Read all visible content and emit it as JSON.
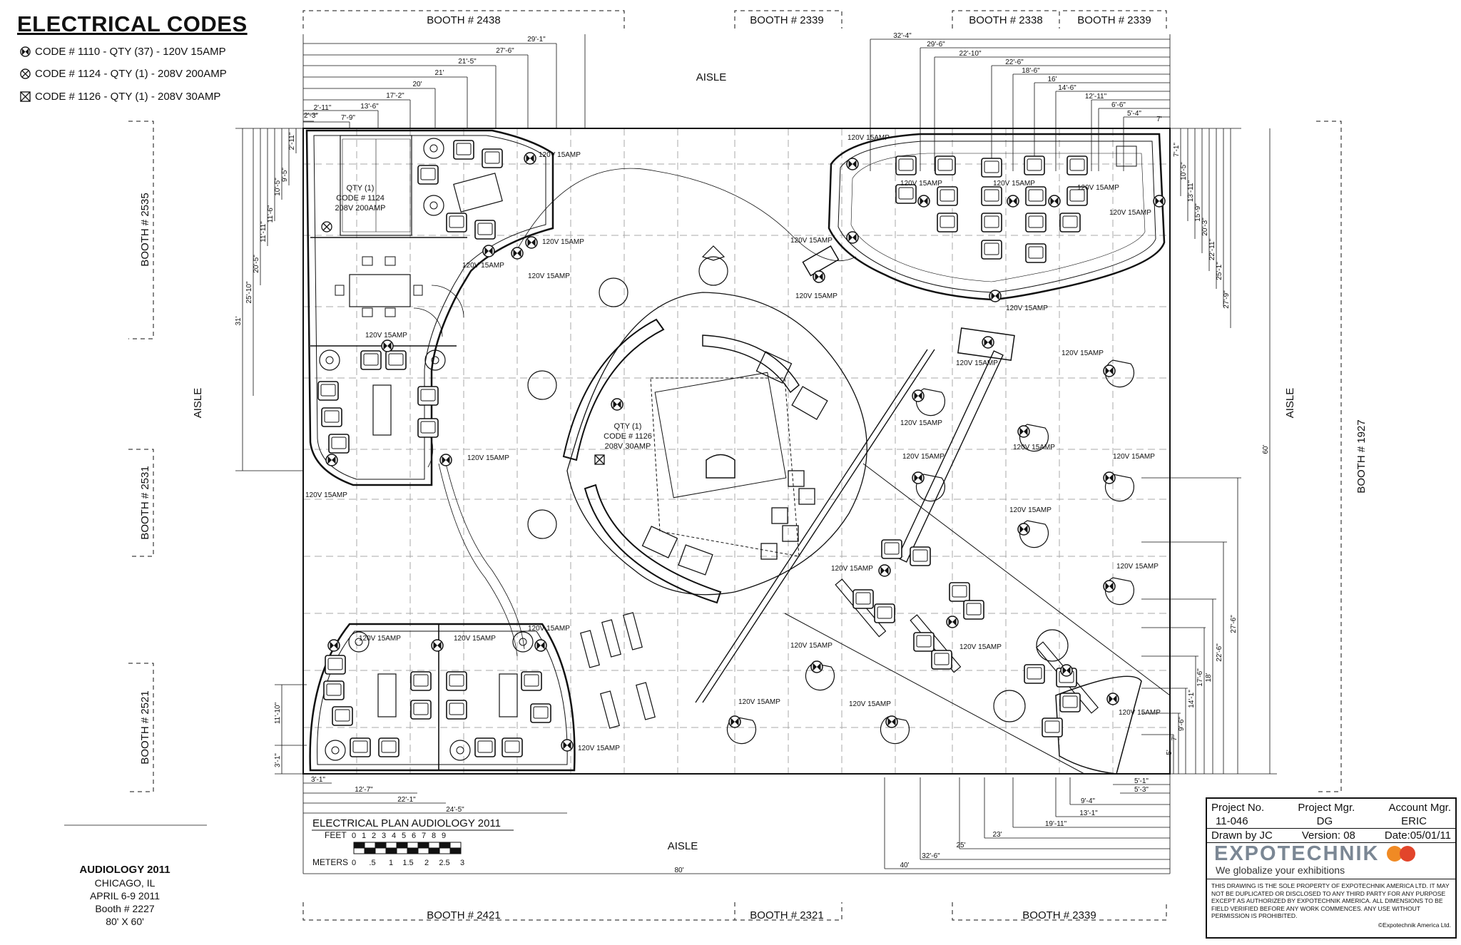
{
  "legend": {
    "title": "ELECTRICAL CODES",
    "items": [
      {
        "symbol": "outlet-15a",
        "text": "CODE # 1110 - QTY (37) - 120V 15AMP"
      },
      {
        "symbol": "outlet-200a",
        "text": "CODE # 1124 - QTY (1) - 208V 200AMP"
      },
      {
        "symbol": "outlet-30a",
        "text": "CODE # 1126 - QTY (1) - 208V 30AMP"
      }
    ]
  },
  "booths": {
    "top": [
      "BOOTH # 2438",
      "BOOTH # 2339",
      "BOOTH # 2338",
      "BOOTH # 2339"
    ],
    "bottom": [
      "BOOTH # 2421",
      "BOOTH # 2321",
      "BOOTH # 2339"
    ],
    "left": [
      "BOOTH # 2535",
      "BOOTH # 2531",
      "BOOTH # 2521"
    ],
    "right": "BOOTH # 1927"
  },
  "aisles": {
    "top": "AISLE",
    "bottom": "AISLE",
    "left": "AISLE",
    "right": "AISLE"
  },
  "outlet_label": "120V 15AMP",
  "special_outlets": {
    "code1124": [
      "QTY (1)",
      "CODE # 1124",
      "208V 200AMP"
    ],
    "code1126": [
      "QTY (1)",
      "CODE # 1126",
      "208V 30AMP"
    ]
  },
  "dimensions": {
    "top_horizontal": [
      "29'-1\"",
      "27'-6\"",
      "21'-5\"",
      "21'",
      "20'",
      "17'-2\"",
      "13'-6\"",
      "7'-9\"",
      "2'-11\"",
      "2'-3\""
    ],
    "top_right_horizontal": [
      "32'-4\"",
      "29'-6\"",
      "22'-10\"",
      "22'-6\"",
      "18'-6\"",
      "16'",
      "14'-6\"",
      "12'-11\"",
      "6'-6\"",
      "5'-4\"",
      "7'"
    ],
    "left_vertical": [
      "2'-11\"",
      "9'-5\"",
      "10'-5\"",
      "11'-6\"",
      "11'-11\"",
      "20'-5\"",
      "25'-10\"",
      "31'"
    ],
    "right_vertical": [
      "7'-1\"",
      "10'-5\"",
      "13'-11\"",
      "15'-9\"",
      "20'-3\"",
      "22'-11\"",
      "25'-1\"",
      "27'-9\"",
      "60'"
    ],
    "right_lower_vertical": [
      "27'-6\"",
      "22'-6\"",
      "18'",
      "17'-6\"",
      "14'-1\"",
      "9'-6\"",
      "7'",
      "5'"
    ],
    "bottom_left": [
      "3'-1\"",
      "12'-7\"",
      "22'-1\"",
      "24'-5\""
    ],
    "bottom_left_vertical": [
      "11'-10\"",
      "3'-1\""
    ],
    "bottom_right": [
      "5'-1\"",
      "5'-3\"",
      "9'-4\"",
      "13'-1\"",
      "19'-11\"",
      "23'",
      "25'",
      "32'-6\"",
      "40'",
      "80'"
    ]
  },
  "scale": {
    "title": "ELECTRICAL PLAN AUDIOLOGY 2011",
    "feet_label": "FEET",
    "feet_ticks": [
      "0",
      "1",
      "2",
      "3",
      "4",
      "5",
      "6",
      "7",
      "8",
      "9"
    ],
    "meters_label": "METERS",
    "meters_ticks": [
      "0",
      ".5",
      "1",
      "1.5",
      "2",
      "2.5",
      "3"
    ]
  },
  "event": {
    "name": "AUDIOLOGY 2011",
    "city": "CHICAGO, IL",
    "dates": "APRIL 6-9 2011",
    "booth": "Booth # 2227",
    "size": "80' X 60'"
  },
  "title_block": {
    "project_no_label": "Project No.",
    "project_no": "11-046",
    "project_mgr_label": "Project Mgr.",
    "project_mgr": "DG",
    "account_mgr_label": "Account Mgr.",
    "account_mgr": "ERIC",
    "drawn_by": "Drawn by  JC",
    "version": "Version: 08",
    "date": "Date:05/01/11",
    "company": "EXPOTECHNIK",
    "tagline": "We globalize your exhibitions",
    "disclaimer": "THIS DRAWING IS THE SOLE PROPERTY OF EXPOTECHNIK AMERICA LTD. IT MAY NOT BE DUPLICATED OR DISCLOSED TO ANY THIRD PARTY FOR ANY PURPOSE EXCEPT AS AUTHORIZED BY EXPOTECHNIK AMERICA. ALL DIMENSIONS TO BE FIELD VERIFIED BEFORE ANY WORK COMMENCES.  ANY USE WITHOUT PERMISSION IS PROHIBITED.",
    "copyright": "©Expotechnik America Ltd."
  },
  "colors": {
    "ink": "#111111",
    "grid": "#9a9a9a",
    "logo_orange": "#f08a24",
    "logo_red": "#e2452b",
    "logo_grey": "#7b8794"
  }
}
